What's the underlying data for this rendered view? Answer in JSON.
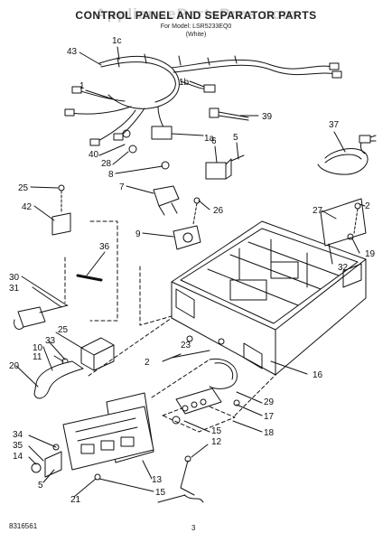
{
  "header": {
    "title": "CONTROL PANEL AND SEPARATOR PARTS",
    "line2": "For Model: LSR5233EQ0",
    "line3": "(White)"
  },
  "watermark": "AppliancePartsPros.com",
  "footer": {
    "doc_number": "8316561",
    "page_number": "3"
  },
  "callouts": [
    "43",
    "1c",
    "1b",
    "1",
    "39",
    "1a",
    "40",
    "28",
    "37",
    "5",
    "6",
    "8",
    "7",
    "25",
    "42",
    "26",
    "9",
    "27",
    "2",
    "36",
    "30",
    "31",
    "19",
    "32",
    "25",
    "33",
    "10",
    "11",
    "20",
    "2",
    "23",
    "16",
    "29",
    "17",
    "18",
    "15",
    "34",
    "35",
    "14",
    "5",
    "12",
    "13",
    "15",
    "21"
  ]
}
